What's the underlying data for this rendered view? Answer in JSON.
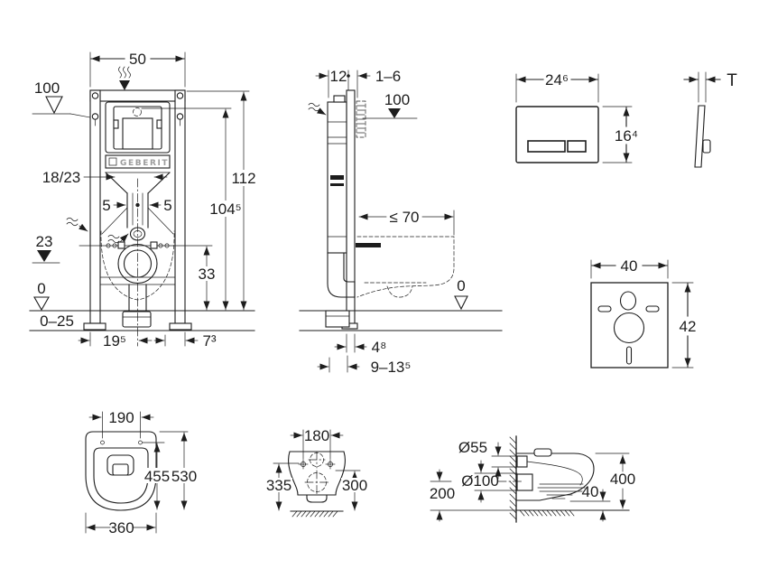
{
  "page": {
    "background": "#ffffff",
    "ink": "#1d1d1d"
  },
  "views": {
    "frame_front": {
      "brand": "GEBERIT",
      "dims": {
        "width": "50",
        "supply_level": "100",
        "bracket_range": "18/23",
        "offset_left": "5",
        "offset_right": "5",
        "drain_level": "23",
        "zero_level": "0",
        "floor_buildup": "0–25",
        "outlet_offset": "19⁵",
        "rail_width": "7³",
        "trap_height": "33",
        "upper_height": "104⁵",
        "frame_height": "112"
      }
    },
    "frame_side": {
      "dims": {
        "depth": "12",
        "wall_finish": "1–6",
        "supply_level": "100",
        "pan_depth": "≤ 70",
        "zero_level": "0",
        "rail_depth": "4⁸",
        "bend_range": "9–13⁵"
      }
    },
    "flush_plate": {
      "dims": {
        "width": "24⁶",
        "height": "16⁴",
        "thickness": "T"
      }
    },
    "sound_insulation_pad": {
      "dims": {
        "width": "40",
        "height": "42"
      }
    },
    "pan_plan": {
      "dims": {
        "hole_spacing": "190",
        "bowl_depth": "455",
        "depth": "530",
        "width": "360"
      }
    },
    "pan_rear": {
      "dims": {
        "hole_spacing": "180",
        "height_outer": "335",
        "height_inner": "300"
      }
    },
    "pan_side": {
      "dims": {
        "inlet_diameter": "Ø55",
        "outlet_diameter": "Ø100",
        "outlet_height": "200",
        "bottom_gap": "40",
        "rim_height": "400"
      }
    }
  }
}
